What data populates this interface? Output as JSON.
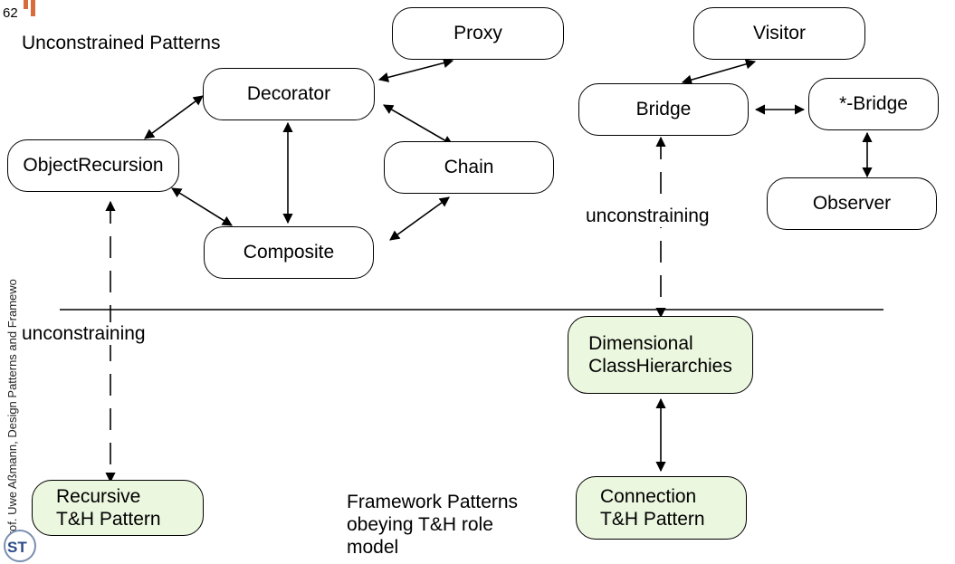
{
  "slide": {
    "number": "62",
    "title": "Unconstrained Patterns",
    "author": "Prof. Uwe Aßmann, Design Patterns and Framewo",
    "accent_color": "#d96a3b"
  },
  "nodes": {
    "proxy": "Proxy",
    "decorator": "Decorator",
    "object_recursion": "ObjectRecursion",
    "chain": "Chain",
    "composite": "Composite",
    "visitor": "Visitor",
    "bridge": "Bridge",
    "star_bridge": "*-Bridge",
    "observer": "Observer",
    "dimensional_line1": "Dimensional",
    "dimensional_line2": "ClassHierarchies",
    "recursive_line1": "Recursive",
    "recursive_line2": "T&H Pattern",
    "connection_line1": "Connection",
    "connection_line2": "T&H Pattern"
  },
  "labels": {
    "unconstraining_left": "unconstraining",
    "unconstraining_right": "unconstraining"
  },
  "note": {
    "line1": "Framework Patterns",
    "line2": "obeying T&H role",
    "line3": "model"
  },
  "colors": {
    "green_fill": "#ecf7df",
    "line": "#000000"
  },
  "logo": {
    "text": "ST",
    "icon": "st-logo-icon"
  }
}
